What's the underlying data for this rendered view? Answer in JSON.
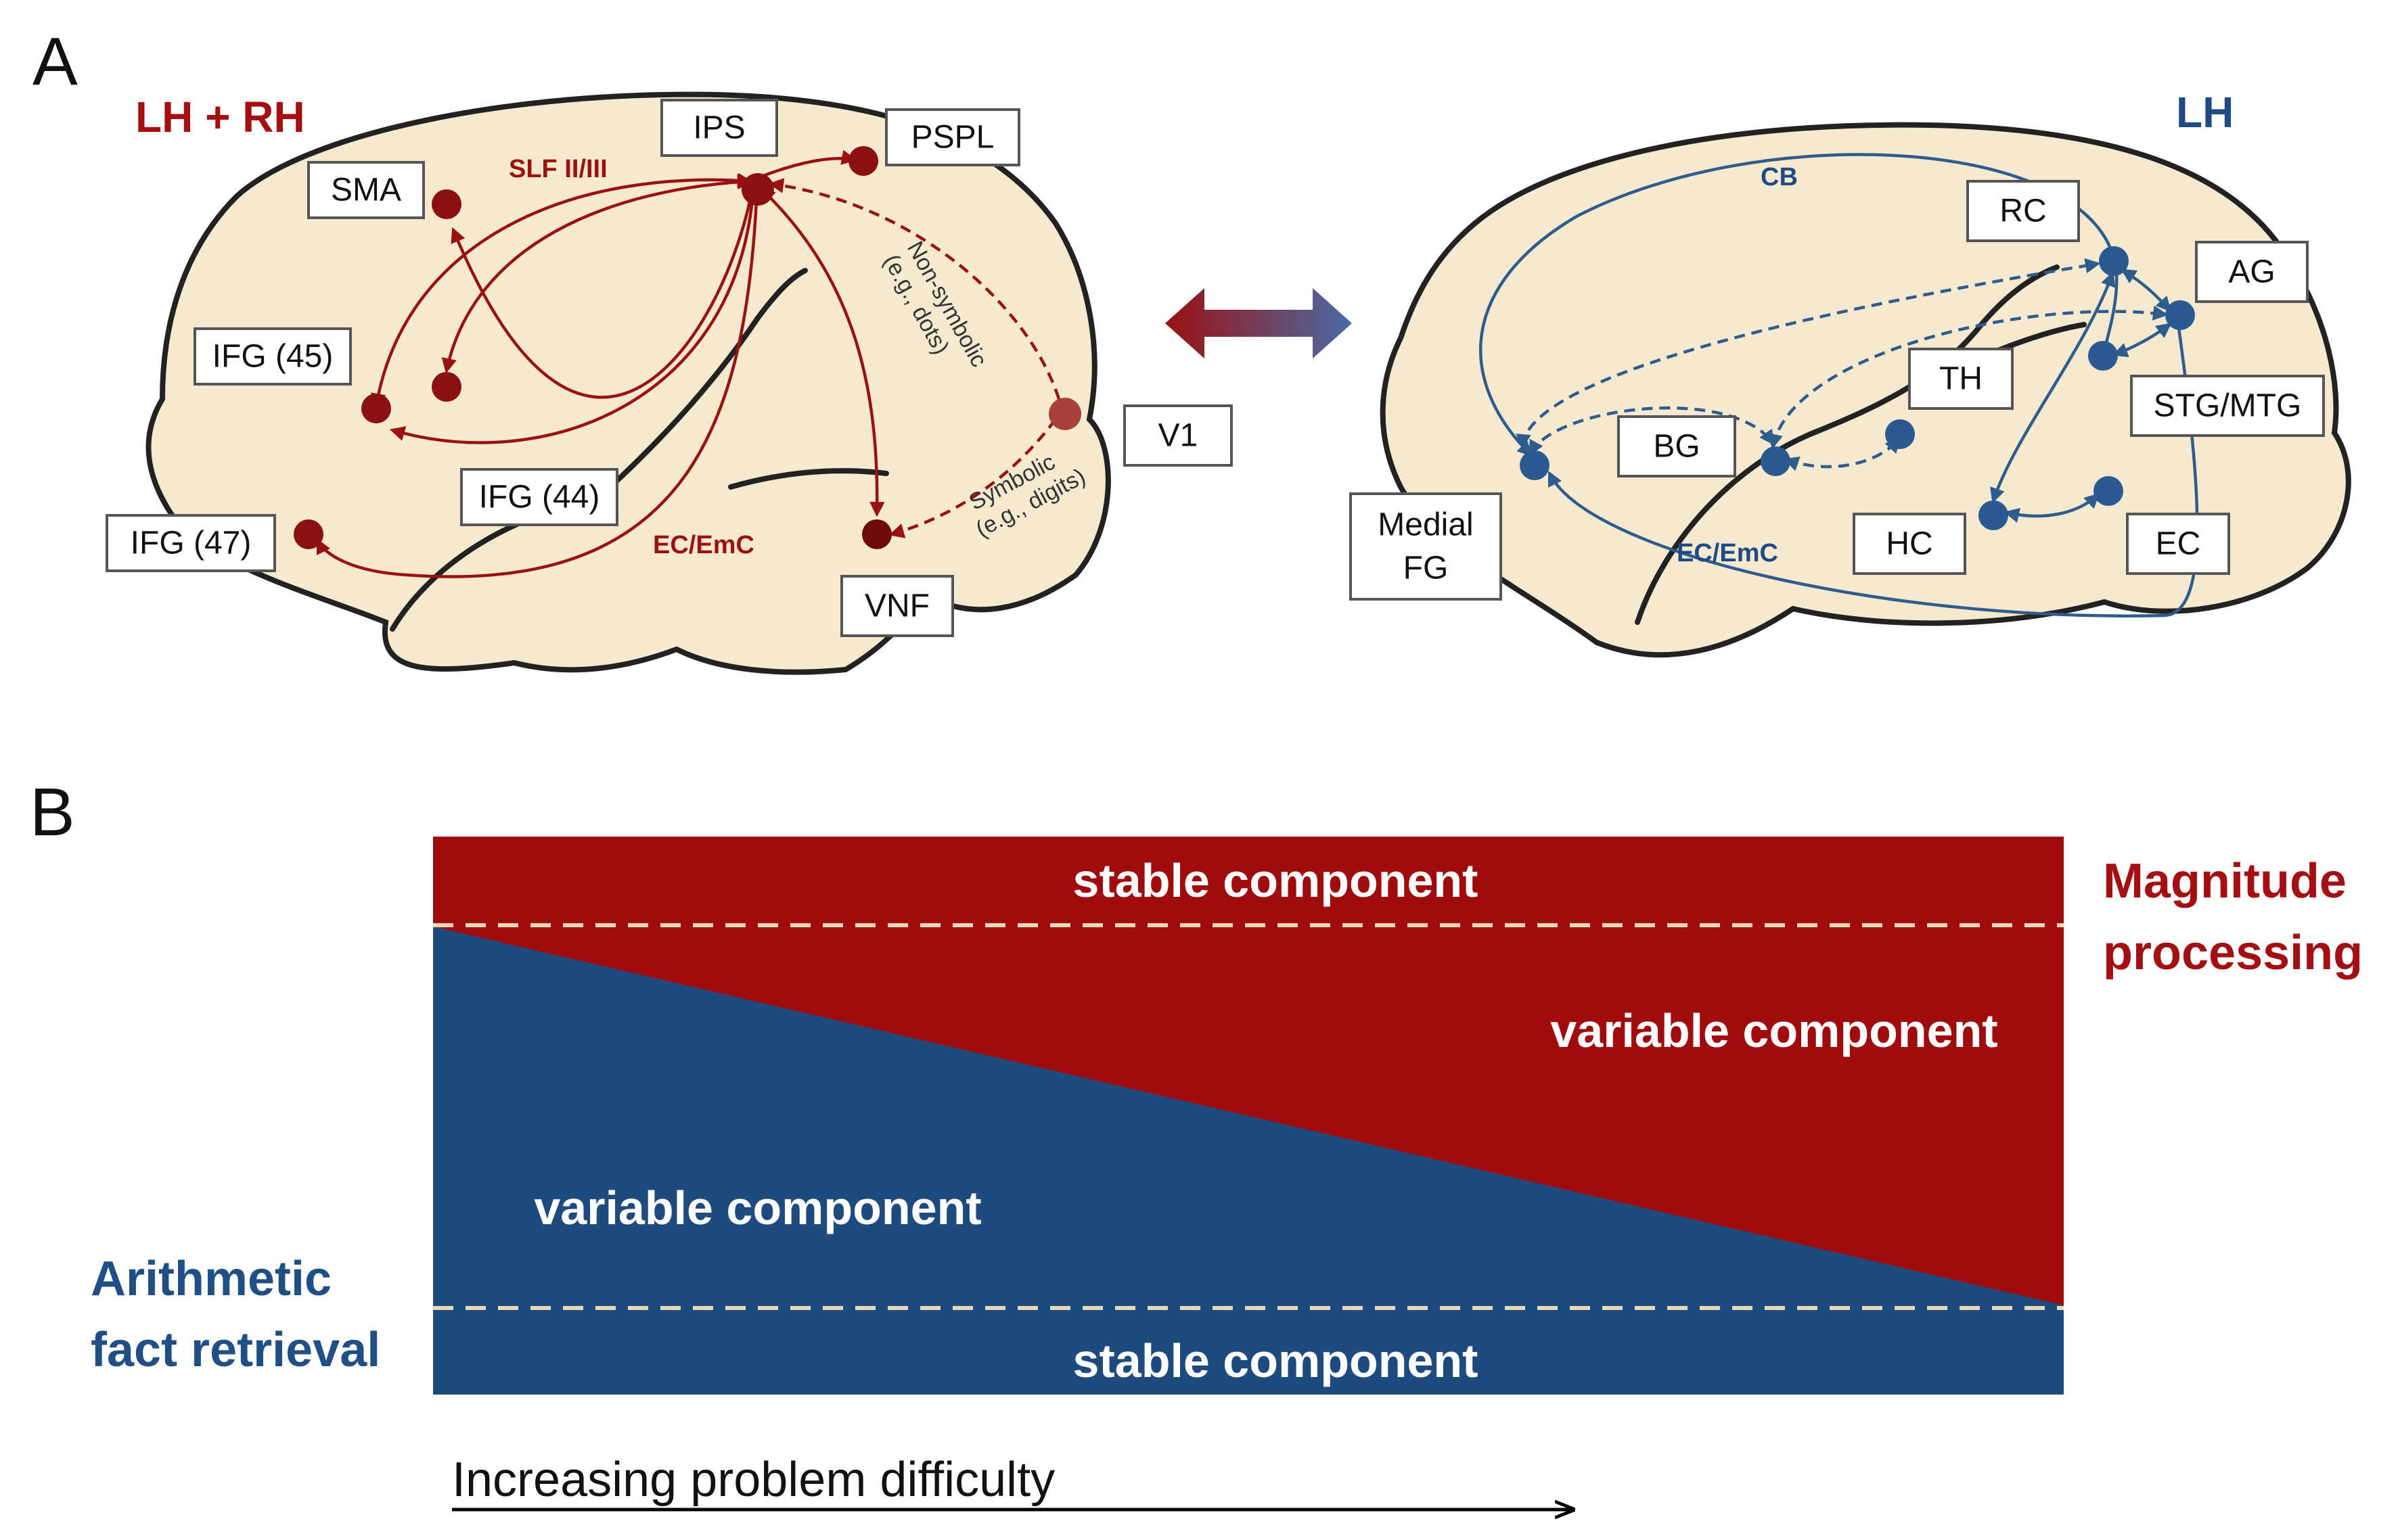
{
  "panel_a": {
    "letter": "A",
    "left": {
      "hemisphere": "LH + RH",
      "regions": {
        "ips": "IPS",
        "pspl": "PSPL",
        "sma": "SMA",
        "ifg45": "IFG (45)",
        "ifg44": "IFG (44)",
        "ifg47": "IFG (47)",
        "v1": "V1",
        "vnf": "VNF"
      },
      "tracts": {
        "slf": "SLF II/III",
        "ec": "EC/EmC"
      },
      "routes": {
        "nonsymbolic_1": "Non-symbolic",
        "nonsymbolic_2": "(e.g., dots)",
        "symbolic_1": "Symbolic",
        "symbolic_2": "(e.g., digits)"
      },
      "color": "#9b1111"
    },
    "right": {
      "hemisphere": "LH",
      "regions": {
        "rc": "RC",
        "ag": "AG",
        "th": "TH",
        "stg": "STG/MTG",
        "bg": "BG",
        "medial_fg_1": "Medial",
        "medial_fg_2": "FG",
        "hc": "HC",
        "ec": "EC"
      },
      "tracts": {
        "cb": "CB",
        "ec": "EC/EmC"
      },
      "color": "#2e5c8c"
    },
    "connector_colors": [
      "#9b1111",
      "#4a6aa5"
    ]
  },
  "panel_b": {
    "letter": "B",
    "stable_top": "stable component",
    "variable_top": "variable component",
    "variable_bottom": "variable component",
    "stable_bottom": "stable component",
    "magnitude_1": "Magnitude",
    "magnitude_2": "processing",
    "arithmetic_1": "Arithmetic",
    "arithmetic_2": "fact retrieval",
    "axis_label": "Increasing problem difficulty",
    "colors": {
      "red": "#a00b0e",
      "blue": "#1f4a7e",
      "dash": "#e6d9b5"
    }
  }
}
